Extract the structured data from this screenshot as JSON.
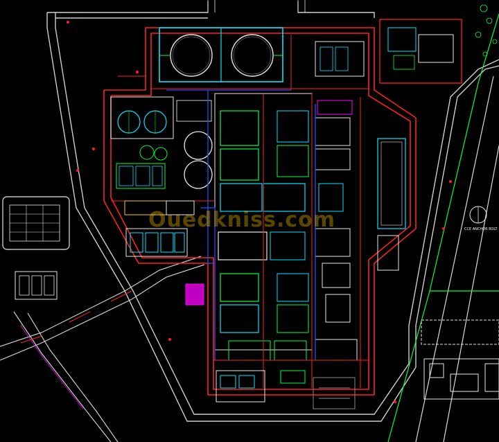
{
  "drawing": {
    "type": "CAD site plan",
    "background": "#000000",
    "layer_colors": {
      "boundary": "#e8e8e8",
      "pipe_red": "#ff2020",
      "cyan": "#00e5ff",
      "green": "#00ff40",
      "blue": "#2050ff",
      "magenta": "#ff00ff",
      "yellow": "#ffcc00",
      "gray": "#8a8a8a"
    },
    "watermark_text": "Ouedkniss.com",
    "tank_count": 8,
    "notes": {
      "right_label": "CCE ANCHOR BOLT"
    }
  }
}
